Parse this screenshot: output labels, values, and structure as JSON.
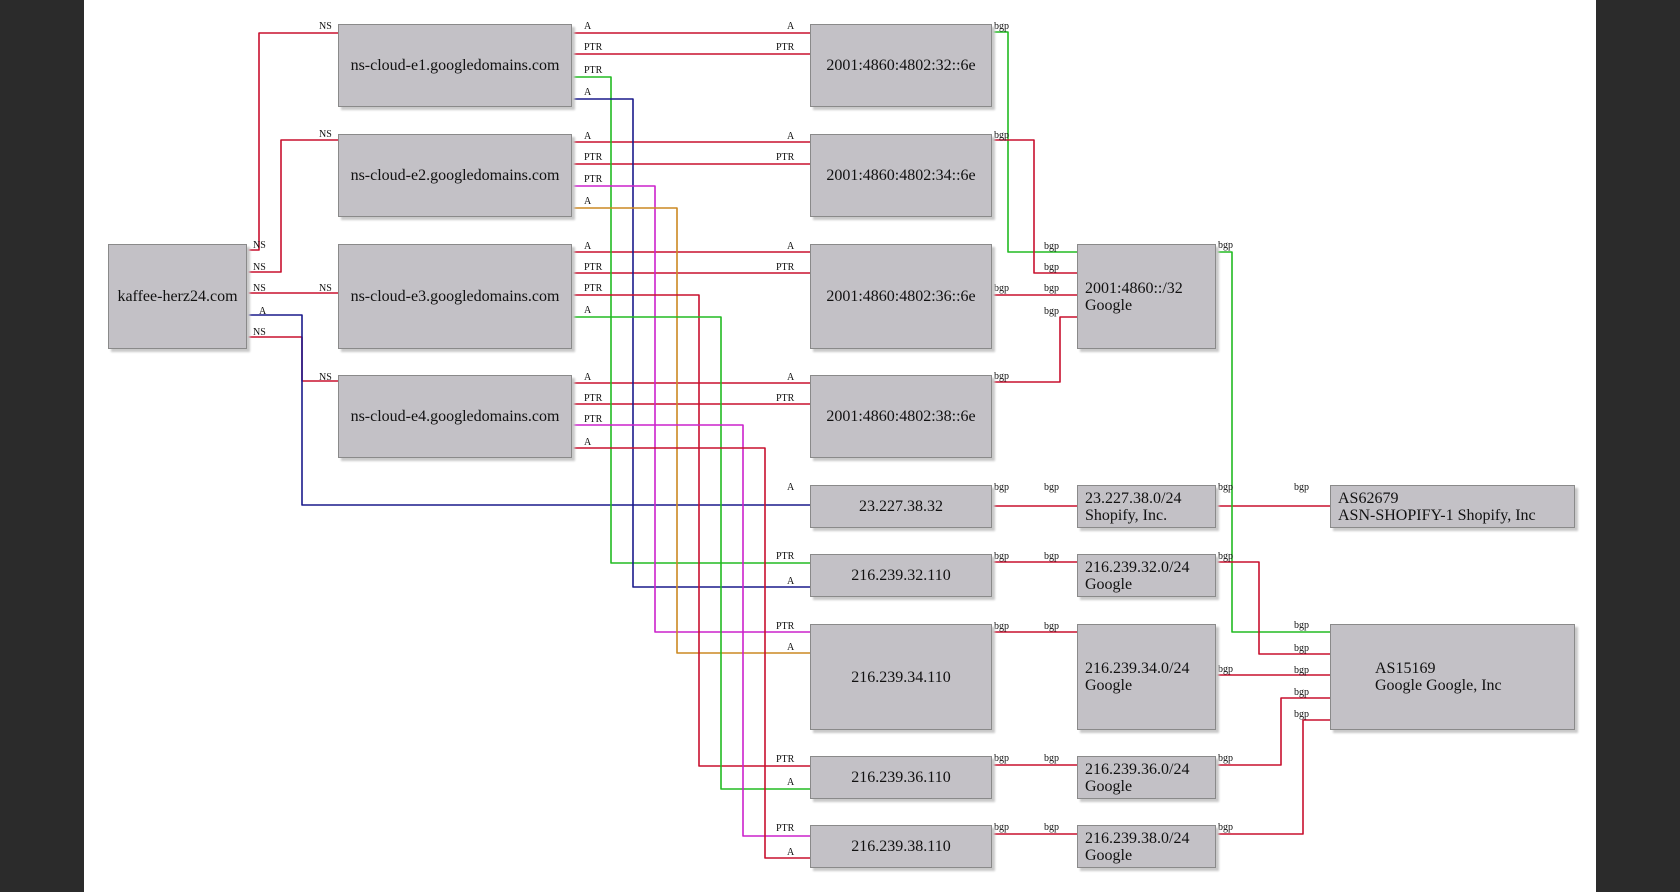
{
  "nodes": {
    "domain": {
      "label": "kaffee-herz24.com"
    },
    "ns_e1": {
      "label": "ns-cloud-e1.googledomains.com"
    },
    "ns_e2": {
      "label": "ns-cloud-e2.googledomains.com"
    },
    "ns_e3": {
      "label": "ns-cloud-e3.googledomains.com"
    },
    "ns_e4": {
      "label": "ns-cloud-e4.googledomains.com"
    },
    "ip6_32": {
      "label": "2001:4860:4802:32::6e"
    },
    "ip6_34": {
      "label": "2001:4860:4802:34::6e"
    },
    "ip6_36": {
      "label": "2001:4860:4802:36::6e"
    },
    "ip6_38": {
      "label": "2001:4860:4802:38::6e"
    },
    "ip_shop": {
      "label": "23.227.38.32"
    },
    "ip_32": {
      "label": "216.239.32.110"
    },
    "ip_34": {
      "label": "216.239.34.110"
    },
    "ip_36": {
      "label": "216.239.36.110"
    },
    "ip_38": {
      "label": "216.239.38.110"
    },
    "pfx6": {
      "line1": "2001:4860::/32",
      "line2": "Google"
    },
    "pfx_shop": {
      "line1": "23.227.38.0/24",
      "line2": "Shopify, Inc."
    },
    "pfx_32": {
      "line1": "216.239.32.0/24",
      "line2": "Google"
    },
    "pfx_34": {
      "line1": "216.239.34.0/24",
      "line2": "Google"
    },
    "pfx_36": {
      "line1": "216.239.36.0/24",
      "line2": "Google"
    },
    "pfx_38": {
      "line1": "216.239.38.0/24",
      "line2": "Google"
    },
    "as_shop": {
      "line1": "AS62679",
      "line2": "ASN-SHOPIFY-1 Shopify, Inc"
    },
    "as_google": {
      "line1": "AS15169",
      "line2": "Google Google, Inc"
    }
  },
  "edge_labels": {
    "ns": "NS",
    "a": "A",
    "ptr": "PTR",
    "bgp": "bgp"
  },
  "colors": {
    "red": "#c8102e",
    "blue": "#1a1a8c",
    "green": "#22bb22",
    "magenta": "#cc22cc",
    "orange": "#cc8822",
    "node_fill": "#c3c1c6",
    "frame": "#2b2b2b"
  },
  "edges": [
    {
      "from": "domain",
      "to": "ns_e1",
      "type": "NS",
      "color": "red"
    },
    {
      "from": "domain",
      "to": "ns_e2",
      "type": "NS",
      "color": "red"
    },
    {
      "from": "domain",
      "to": "ns_e3",
      "type": "NS",
      "color": "red"
    },
    {
      "from": "domain",
      "to": "ns_e4",
      "type": "NS",
      "color": "red"
    },
    {
      "from": "domain",
      "to": "ip_shop",
      "type": "A",
      "color": "blue"
    },
    {
      "from": "ns_e1",
      "to": "ip6_32",
      "type": "A",
      "color": "red"
    },
    {
      "from": "ns_e1",
      "to": "ip6_32",
      "type": "PTR",
      "color": "red"
    },
    {
      "from": "ns_e1",
      "to": "ip_32",
      "type": "PTR",
      "color": "green"
    },
    {
      "from": "ns_e1",
      "to": "ip_32",
      "type": "A",
      "color": "blue"
    },
    {
      "from": "ns_e2",
      "to": "ip6_34",
      "type": "A",
      "color": "red"
    },
    {
      "from": "ns_e2",
      "to": "ip6_34",
      "type": "PTR",
      "color": "red"
    },
    {
      "from": "ns_e2",
      "to": "ip_34",
      "type": "PTR",
      "color": "magenta"
    },
    {
      "from": "ns_e2",
      "to": "ip_34",
      "type": "A",
      "color": "orange"
    },
    {
      "from": "ns_e3",
      "to": "ip6_36",
      "type": "A",
      "color": "red"
    },
    {
      "from": "ns_e3",
      "to": "ip6_36",
      "type": "PTR",
      "color": "red"
    },
    {
      "from": "ns_e3",
      "to": "ip_36",
      "type": "PTR",
      "color": "red"
    },
    {
      "from": "ns_e3",
      "to": "ip_36",
      "type": "A",
      "color": "green"
    },
    {
      "from": "ns_e4",
      "to": "ip6_38",
      "type": "A",
      "color": "red"
    },
    {
      "from": "ns_e4",
      "to": "ip6_38",
      "type": "PTR",
      "color": "red"
    },
    {
      "from": "ns_e4",
      "to": "ip_38",
      "type": "PTR",
      "color": "magenta"
    },
    {
      "from": "ns_e4",
      "to": "ip_38",
      "type": "A",
      "color": "red"
    },
    {
      "from": "ip6_32",
      "to": "pfx6",
      "type": "bgp",
      "color": "green"
    },
    {
      "from": "ip6_34",
      "to": "pfx6",
      "type": "bgp",
      "color": "red"
    },
    {
      "from": "ip6_36",
      "to": "pfx6",
      "type": "bgp",
      "color": "red"
    },
    {
      "from": "ip6_38",
      "to": "pfx6",
      "type": "bgp",
      "color": "red"
    },
    {
      "from": "ip_shop",
      "to": "pfx_shop",
      "type": "bgp",
      "color": "red"
    },
    {
      "from": "ip_32",
      "to": "pfx_32",
      "type": "bgp",
      "color": "red"
    },
    {
      "from": "ip_34",
      "to": "pfx_34",
      "type": "bgp",
      "color": "red"
    },
    {
      "from": "ip_36",
      "to": "pfx_36",
      "type": "bgp",
      "color": "red"
    },
    {
      "from": "ip_38",
      "to": "pfx_38",
      "type": "bgp",
      "color": "red"
    },
    {
      "from": "pfx_shop",
      "to": "as_shop",
      "type": "bgp",
      "color": "red"
    },
    {
      "from": "pfx6",
      "to": "as_google",
      "type": "bgp",
      "color": "green"
    },
    {
      "from": "pfx_32",
      "to": "as_google",
      "type": "bgp",
      "color": "red"
    },
    {
      "from": "pfx_34",
      "to": "as_google",
      "type": "bgp",
      "color": "red"
    },
    {
      "from": "pfx_36",
      "to": "as_google",
      "type": "bgp",
      "color": "red"
    },
    {
      "from": "pfx_38",
      "to": "as_google",
      "type": "bgp",
      "color": "red"
    }
  ]
}
